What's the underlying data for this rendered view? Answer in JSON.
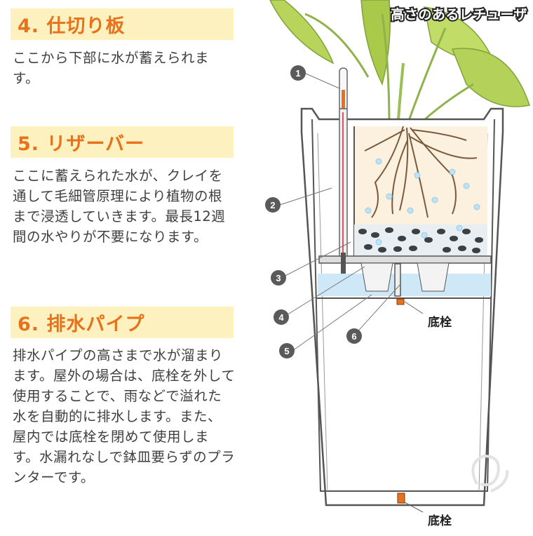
{
  "sections": [
    {
      "heading": "4. 仕切り板",
      "body": "ここから下部に水が蓄えられます。"
    },
    {
      "heading": "5. リザーバー",
      "body": "ここに蓄えられた水が、クレイを通して毛細管原理により植物の根まで浸透していきます。最長12週間の水やりが不要になります。"
    },
    {
      "heading": "6. 排水パイプ",
      "body": "排水パイプの高さまで水が溜まります。屋外の場合は、底栓を外して使用することで、雨などで溢れた水を自動的に排水します。また、屋内では底栓を閉めて使用します。水漏れなしで鉢皿要らずのプランターです。"
    }
  ],
  "diagram": {
    "brand_label": "高さのあるレチューザ",
    "callouts": [
      "1",
      "2",
      "3",
      "4",
      "5",
      "6"
    ],
    "plug_label_top": "底栓",
    "plug_label_bottom": "底栓"
  },
  "colors": {
    "accent": "#e8721c",
    "heading_bg": "#fdf1bf",
    "callout": "#5a5a5a",
    "water": "#cfe8f7"
  }
}
